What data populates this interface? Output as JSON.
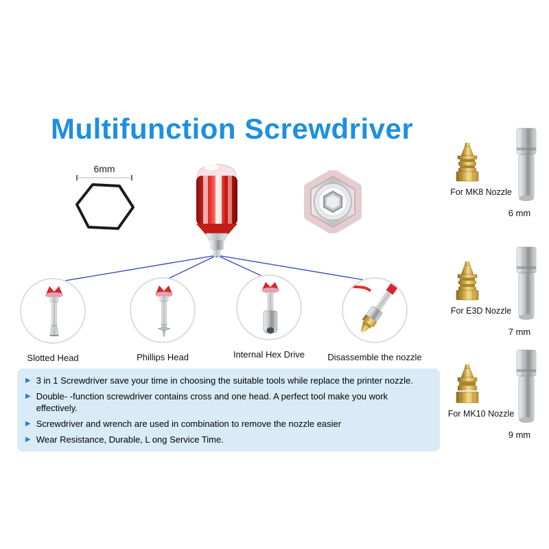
{
  "title": "Multifunction Screwdriver",
  "hex_spec": {
    "size_label": "6mm"
  },
  "callouts": [
    {
      "label": "Slotted Head"
    },
    {
      "label": "Phillips Head"
    },
    {
      "label": "Internal Hex Drive"
    },
    {
      "label": "Disassemble the nozzle"
    }
  ],
  "nozzle_kits": [
    {
      "label": "For MK8 Nozzle",
      "size": "6 mm"
    },
    {
      "label": "For E3D Nozzle",
      "size": "7 mm"
    },
    {
      "label": "For MK10 Nozzle",
      "size": "9 mm"
    }
  ],
  "features": [
    "3 in 1 Screwdriver save your time in choosing the suitable tools while replace the printer nozzle.",
    "Double- -function screwdriver contains cross and one head. A perfect tool make you work effectively.",
    "Screwdriver and wrench are used in combination to remove the nozzle easier",
    "Wear Resistance, Durable, L ong Service Time."
  ],
  "ui": {
    "bullet_icon": "▶"
  },
  "colors": {
    "title_blue": "#1d8fe0",
    "connector_blue": "#2b3fbf",
    "feature_box_bg": "#d9ebf7",
    "bullet_blue": "#2d7dd2",
    "handle_red": "#d8262a",
    "nozzle_brass": "#c9a33b"
  }
}
